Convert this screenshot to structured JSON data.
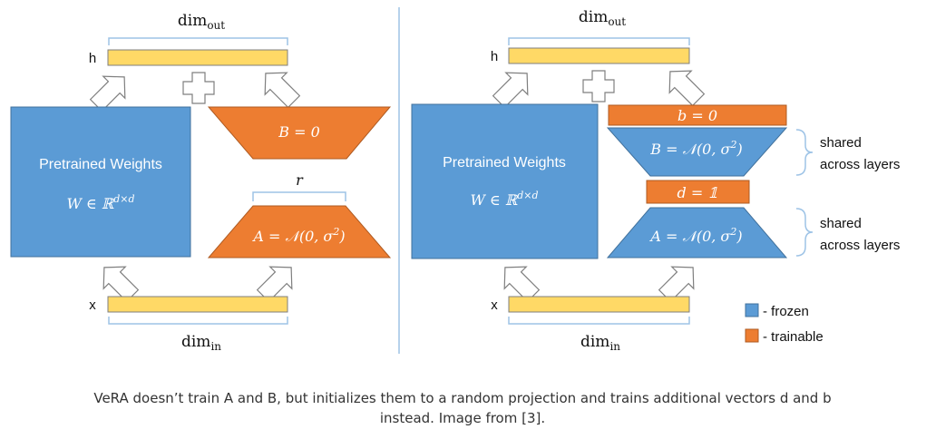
{
  "colors": {
    "frozen": "#5b9bd5",
    "trainable": "#ed7d31",
    "vector": "#ffd966",
    "vector_border": "#7f7f7f",
    "text_light": "#ffffff",
    "text_dark": "#111111",
    "divider": "#9dc3e6",
    "brace": "#9dc3e6"
  },
  "left_panel": {
    "dim_out": {
      "base": "dim",
      "sub": "out"
    },
    "h_label": "h",
    "x_label": "x",
    "dim_in": {
      "base": "dim",
      "sub": "in"
    },
    "weights_title": "Pretrained Weights",
    "weights_formula": {
      "base": "W ∈ ℝ",
      "sup": "d×d"
    },
    "b_label": "B = 0",
    "a_label": {
      "base": "A = 𝒩(0, σ",
      "sup": "2",
      "end": ")"
    },
    "r_label": "r"
  },
  "right_panel": {
    "dim_out": {
      "base": "dim",
      "sub": "out"
    },
    "h_label": "h",
    "x_label": "x",
    "dim_in": {
      "base": "dim",
      "sub": "in"
    },
    "weights_title": "Pretrained Weights",
    "weights_formula": {
      "base": "W ∈ ℝ",
      "sup": "d×d"
    },
    "b_vector_label": "b = 0",
    "B_label": {
      "base": "B = 𝒩(0, σ",
      "sup": "2",
      "end": ")"
    },
    "d_vector_label": "d = 𝟙",
    "A_label": {
      "base": "A = 𝒩(0, σ",
      "sup": "2",
      "end": ")"
    },
    "shared_top": {
      "line1": "shared",
      "line2": "across layers"
    },
    "shared_bottom": {
      "line1": "shared",
      "line2": "across layers"
    }
  },
  "legend": {
    "frozen": "- frozen",
    "trainable": "- trainable"
  },
  "caption": {
    "line1": "VeRA doesn’t train A and B, but initializes them to a random projection and trains additional vectors d and b",
    "line2": "instead. Image from [3]."
  }
}
